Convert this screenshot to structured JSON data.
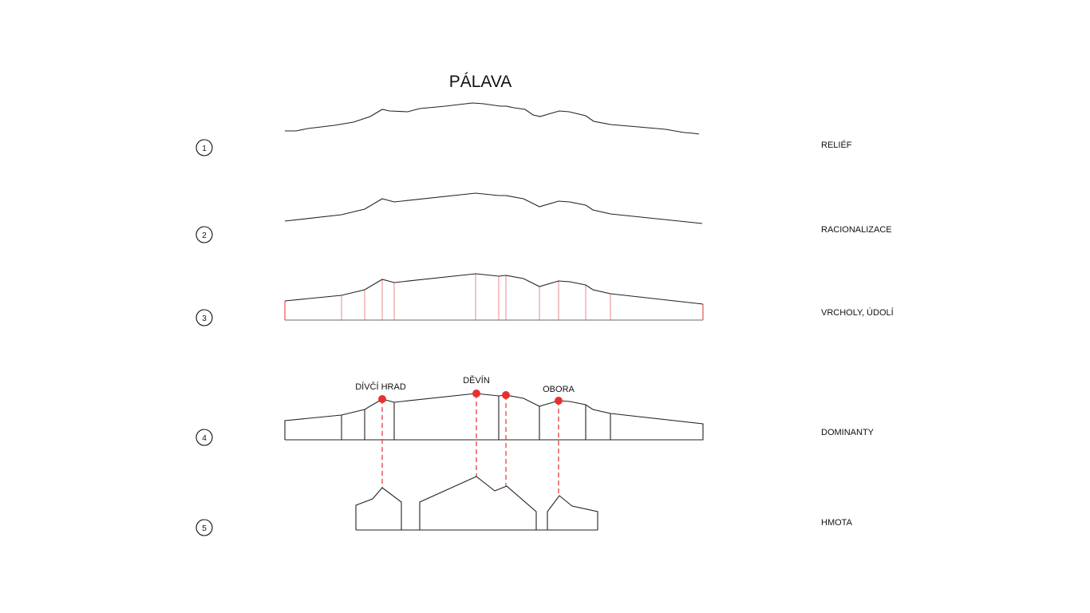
{
  "title": "PÁLAVA",
  "steps": [
    {
      "number": "1",
      "label": "RELIÉF"
    },
    {
      "number": "2",
      "label": "RACIONALIZACE"
    },
    {
      "number": "3",
      "label": "VRCHOLY, ÚDOLÍ"
    },
    {
      "number": "4",
      "label": "DOMINANTY"
    },
    {
      "number": "5",
      "label": "HMOTA"
    }
  ],
  "peaks": [
    "DÍVČÍ HRAD",
    "DĚVÍN",
    "OBORA"
  ],
  "colors": {
    "accent": "#e8302f",
    "line": "#222222"
  }
}
